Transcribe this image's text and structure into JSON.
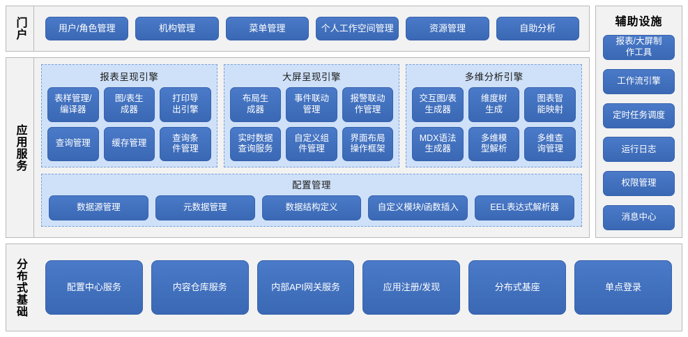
{
  "portal": {
    "label": "门户",
    "items": [
      {
        "label": "用户/角色管理"
      },
      {
        "label": "机构管理"
      },
      {
        "label": "菜单管理"
      },
      {
        "label": "个人工作空间管理"
      },
      {
        "label": "资源管理"
      },
      {
        "label": "自助分析"
      }
    ]
  },
  "app_services": {
    "label": "应用服务",
    "engines": [
      {
        "title": "报表呈现引擎",
        "items": [
          {
            "label": "表样管理/\n编译器"
          },
          {
            "label": "图/表生\n成器"
          },
          {
            "label": "打印导\n出引擎"
          },
          {
            "label": "查询管理"
          },
          {
            "label": "缓存管理"
          },
          {
            "label": "查询条\n件管理"
          }
        ]
      },
      {
        "title": "大屏呈现引擎",
        "items": [
          {
            "label": "布局生\n成器"
          },
          {
            "label": "事件联动\n管理"
          },
          {
            "label": "报警联动\n作管理"
          },
          {
            "label": "实时数据\n查询服务"
          },
          {
            "label": "自定义组\n件管理"
          },
          {
            "label": "界面布局\n操作框架"
          }
        ]
      },
      {
        "title": "多维分析引擎",
        "items": [
          {
            "label": "交互图/表\n生成器"
          },
          {
            "label": "维度树\n生成"
          },
          {
            "label": "图表智\n能映射"
          },
          {
            "label": "MDX语法\n生成器"
          },
          {
            "label": "多维模\n型解析"
          },
          {
            "label": "多维查\n询管理"
          }
        ]
      }
    ],
    "config": {
      "title": "配置管理",
      "items": [
        {
          "label": "数据源管理"
        },
        {
          "label": "元数据管理"
        },
        {
          "label": "数据结构定义"
        },
        {
          "label": "自定义模块/函数插入"
        },
        {
          "label": "EEL表达式解析器"
        }
      ]
    }
  },
  "aux": {
    "title": "辅助设施",
    "items": [
      {
        "label": "报表/大屏制\n作工具"
      },
      {
        "label": "工作流引擎"
      },
      {
        "label": "定时任务调度"
      },
      {
        "label": "运行日志"
      },
      {
        "label": "权限管理"
      },
      {
        "label": "消息中心"
      }
    ]
  },
  "base": {
    "label": "分布式基础",
    "items": [
      {
        "label": "配置中心服务"
      },
      {
        "label": "内容仓库服务"
      },
      {
        "label": "内部API网关服务"
      },
      {
        "label": "应用注册/发现"
      },
      {
        "label": "分布式基座"
      },
      {
        "label": "单点登录"
      }
    ]
  },
  "colors": {
    "button_blue": "#4170bd",
    "subpanel_fill": "#cfe1f9",
    "subpanel_border": "#7a9fd4",
    "panel_fill": "#f2f2f2",
    "panel_border": "#b9b9b9"
  }
}
